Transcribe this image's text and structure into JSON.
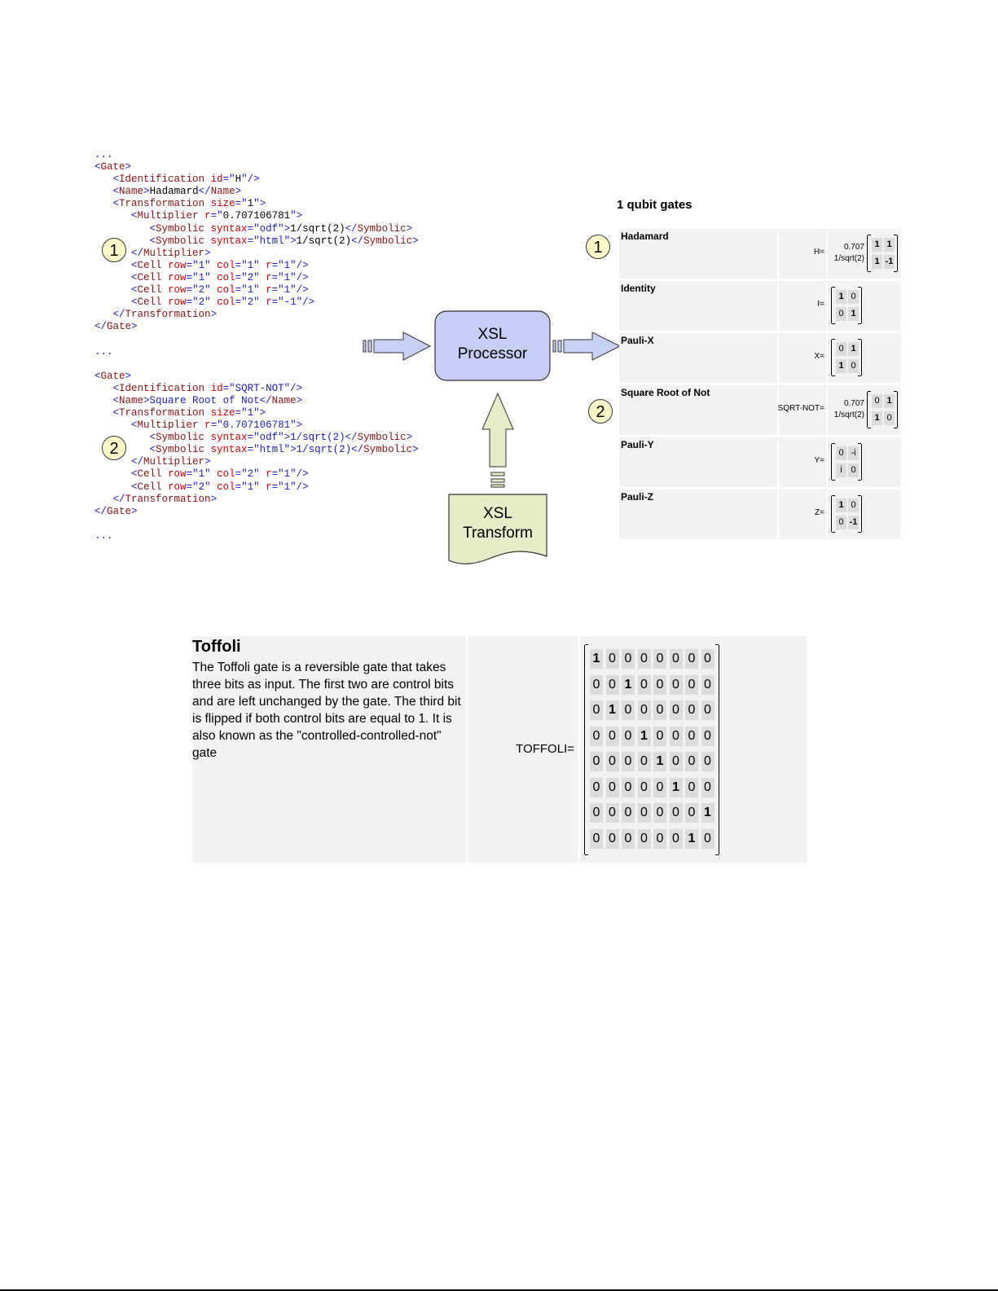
{
  "code_listing_1": {
    "lines": [
      [
        [
          "b",
          "..."
        ]
      ],
      [
        [
          "b",
          "<"
        ],
        [
          "t",
          "Gate"
        ],
        [
          "b",
          ">"
        ]
      ],
      [
        [
          "k",
          "   "
        ],
        [
          "b",
          "<"
        ],
        [
          "t",
          "Identification"
        ],
        [
          "a",
          " id"
        ],
        [
          "b",
          "=\""
        ],
        [
          "k",
          "H"
        ],
        [
          "b",
          "\"/>"
        ]
      ],
      [
        [
          "k",
          "   "
        ],
        [
          "b",
          "<"
        ],
        [
          "t",
          "Name"
        ],
        [
          "b",
          ">"
        ],
        [
          "k",
          "Hadamard"
        ],
        [
          "b",
          "</"
        ],
        [
          "t",
          "Name"
        ],
        [
          "b",
          ">"
        ]
      ],
      [
        [
          "k",
          "   "
        ],
        [
          "b",
          "<"
        ],
        [
          "t",
          "Transformation"
        ],
        [
          "a",
          " size"
        ],
        [
          "b",
          "=\""
        ],
        [
          "k",
          "1"
        ],
        [
          "b",
          "\">"
        ]
      ],
      [
        [
          "k",
          "      "
        ],
        [
          "b",
          "<"
        ],
        [
          "t",
          "Multiplier"
        ],
        [
          "a",
          " r"
        ],
        [
          "b",
          "=\""
        ],
        [
          "k",
          "0.707106781"
        ],
        [
          "b",
          "\">"
        ]
      ],
      [
        [
          "k",
          "         "
        ],
        [
          "b",
          "<"
        ],
        [
          "t",
          "Symbolic"
        ],
        [
          "a",
          " syntax"
        ],
        [
          "b",
          "=\"odf\">"
        ],
        [
          "k",
          "1/sqrt(2)"
        ],
        [
          "b",
          "</"
        ],
        [
          "t",
          "Symbolic"
        ],
        [
          "b",
          ">"
        ]
      ],
      [
        [
          "k",
          "         "
        ],
        [
          "b",
          "<"
        ],
        [
          "t",
          "Symbolic"
        ],
        [
          "a",
          " syntax"
        ],
        [
          "b",
          "=\"html\">"
        ],
        [
          "k",
          "1/sqrt(2)"
        ],
        [
          "b",
          "</"
        ],
        [
          "t",
          "Symbolic"
        ],
        [
          "b",
          ">"
        ]
      ],
      [
        [
          "k",
          "      "
        ],
        [
          "b",
          "</"
        ],
        [
          "t",
          "Multiplier"
        ],
        [
          "b",
          ">"
        ]
      ],
      [
        [
          "k",
          "      "
        ],
        [
          "b",
          "<"
        ],
        [
          "t",
          "Cell"
        ],
        [
          "a",
          " row"
        ],
        [
          "b",
          "=\"1\""
        ],
        [
          "a",
          " col"
        ],
        [
          "b",
          "=\"1\""
        ],
        [
          "a",
          " r"
        ],
        [
          "b",
          "=\"1\"/>"
        ]
      ],
      [
        [
          "k",
          "      "
        ],
        [
          "b",
          "<"
        ],
        [
          "t",
          "Cell"
        ],
        [
          "a",
          " row"
        ],
        [
          "b",
          "=\"1\""
        ],
        [
          "a",
          " col"
        ],
        [
          "b",
          "=\"2\""
        ],
        [
          "a",
          " r"
        ],
        [
          "b",
          "=\"1\"/>"
        ]
      ],
      [
        [
          "k",
          "      "
        ],
        [
          "b",
          "<"
        ],
        [
          "t",
          "Cell"
        ],
        [
          "a",
          " row"
        ],
        [
          "b",
          "=\"2\""
        ],
        [
          "a",
          " col"
        ],
        [
          "b",
          "=\"1\""
        ],
        [
          "a",
          " r"
        ],
        [
          "b",
          "=\"1\"/>"
        ]
      ],
      [
        [
          "k",
          "      "
        ],
        [
          "b",
          "<"
        ],
        [
          "t",
          "Cell"
        ],
        [
          "a",
          " row"
        ],
        [
          "b",
          "=\"2\""
        ],
        [
          "a",
          " col"
        ],
        [
          "b",
          "=\"2\""
        ],
        [
          "a",
          " r"
        ],
        [
          "b",
          "=\"-1\"/>"
        ]
      ],
      [
        [
          "k",
          "   "
        ],
        [
          "b",
          "</"
        ],
        [
          "t",
          "Transformation"
        ],
        [
          "b",
          ">"
        ]
      ],
      [
        [
          "b",
          "</"
        ],
        [
          "t",
          "Gate"
        ],
        [
          "b",
          ">"
        ]
      ],
      [
        [
          "k",
          ""
        ]
      ],
      [
        [
          "b",
          "..."
        ]
      ],
      [
        [
          "k",
          ""
        ]
      ],
      [
        [
          "b",
          "<"
        ],
        [
          "t",
          "Gate"
        ],
        [
          "b",
          ">"
        ]
      ],
      [
        [
          "k",
          "   "
        ],
        [
          "b",
          "<"
        ],
        [
          "t",
          "Identification"
        ],
        [
          "a",
          " id"
        ],
        [
          "b",
          "=\"SQRT-NOT\"/>"
        ]
      ],
      [
        [
          "k",
          "   "
        ],
        [
          "b",
          "<"
        ],
        [
          "t",
          "Name"
        ],
        [
          "b",
          ">Square Root of Not</"
        ],
        [
          "t",
          "Name"
        ],
        [
          "b",
          ">"
        ]
      ],
      [
        [
          "k",
          "   "
        ],
        [
          "b",
          "<"
        ],
        [
          "t",
          "Transformation"
        ],
        [
          "a",
          " size"
        ],
        [
          "b",
          "=\"1\">"
        ]
      ],
      [
        [
          "k",
          "      "
        ],
        [
          "b",
          "<"
        ],
        [
          "t",
          "Multiplier"
        ],
        [
          "a",
          " r"
        ],
        [
          "b",
          "=\"0.707106781\">"
        ]
      ],
      [
        [
          "k",
          "         "
        ],
        [
          "b",
          "<"
        ],
        [
          "t",
          "Symbolic"
        ],
        [
          "a",
          " syntax"
        ],
        [
          "b",
          "=\"odf\">1/sqrt(2)</"
        ],
        [
          "t",
          "Symbolic"
        ],
        [
          "b",
          ">"
        ]
      ],
      [
        [
          "k",
          "         "
        ],
        [
          "b",
          "<"
        ],
        [
          "t",
          "Symbolic"
        ],
        [
          "a",
          " syntax"
        ],
        [
          "b",
          "=\"html\">1/sqrt(2)</"
        ],
        [
          "t",
          "Symbolic"
        ],
        [
          "b",
          ">"
        ]
      ],
      [
        [
          "k",
          "      "
        ],
        [
          "b",
          "</"
        ],
        [
          "t",
          "Multiplier"
        ],
        [
          "b",
          ">"
        ]
      ],
      [
        [
          "k",
          "      "
        ],
        [
          "b",
          "<"
        ],
        [
          "t",
          "Cell"
        ],
        [
          "a",
          " row"
        ],
        [
          "b",
          "=\"1\""
        ],
        [
          "a",
          " col"
        ],
        [
          "b",
          "=\"2\""
        ],
        [
          "a",
          " r"
        ],
        [
          "b",
          "=\"1\"/>"
        ]
      ],
      [
        [
          "k",
          "      "
        ],
        [
          "b",
          "<"
        ],
        [
          "t",
          "Cell"
        ],
        [
          "a",
          " row"
        ],
        [
          "b",
          "=\"2\""
        ],
        [
          "a",
          " col"
        ],
        [
          "b",
          "=\"1\""
        ],
        [
          "a",
          " r"
        ],
        [
          "b",
          "=\"1\"/>"
        ]
      ],
      [
        [
          "k",
          "   "
        ],
        [
          "b",
          "</"
        ],
        [
          "t",
          "Transformation"
        ],
        [
          "b",
          ">"
        ]
      ],
      [
        [
          "b",
          "</"
        ],
        [
          "t",
          "Gate"
        ],
        [
          "b",
          ">"
        ]
      ],
      [
        [
          "k",
          ""
        ]
      ],
      [
        [
          "b",
          "..."
        ]
      ]
    ]
  },
  "callouts": {
    "one": "1",
    "two": "2"
  },
  "processor": {
    "label_line1": "XSL",
    "label_line2": "Processor"
  },
  "transform": {
    "label_line1": "XSL",
    "label_line2": "Transform"
  },
  "gates_table": {
    "title": "1 qubit gates",
    "rows": [
      {
        "name": "Hadamard",
        "label": "H=",
        "multiplier": [
          "0.707",
          "1/sqrt(2)"
        ],
        "matrix": [
          [
            "1",
            "1"
          ],
          [
            "1",
            "-1"
          ]
        ],
        "callout": "1"
      },
      {
        "name": "Identity",
        "label": "I=",
        "multiplier": null,
        "matrix": [
          [
            "1",
            "0"
          ],
          [
            "0",
            "1"
          ]
        ]
      },
      {
        "name": "Pauli-X",
        "label": "X=",
        "multiplier": null,
        "matrix": [
          [
            "0",
            "1"
          ],
          [
            "1",
            "0"
          ]
        ]
      },
      {
        "name": "Square Root of Not",
        "label": "SQRT-NOT=",
        "multiplier": [
          "0.707",
          "1/sqrt(2)"
        ],
        "matrix": [
          [
            "0",
            "1"
          ],
          [
            "1",
            "0"
          ]
        ],
        "callout": "2"
      },
      {
        "name": "Pauli-Y",
        "label": "Y=",
        "multiplier": null,
        "matrix": [
          [
            "0",
            "-i"
          ],
          [
            "i",
            "0"
          ]
        ]
      },
      {
        "name": "Pauli-Z",
        "label": "Z=",
        "multiplier": null,
        "matrix": [
          [
            "1",
            "0"
          ],
          [
            "0",
            "-1"
          ]
        ]
      }
    ]
  },
  "toffoli": {
    "title": "Toffoli",
    "description": "The Toffoli gate is a reversible gate that takes three bits as input. The first two are control bits and are left unchanged by the gate. The third bit is flipped if both control bits are equal to 1. It is also known as the \"controlled-controlled-not\" gate",
    "label": "TOFFOLI=",
    "matrix": [
      [
        "1",
        "0",
        "0",
        "0",
        "0",
        "0",
        "0",
        "0"
      ],
      [
        "0",
        "0",
        "1",
        "0",
        "0",
        "0",
        "0",
        "0"
      ],
      [
        "0",
        "1",
        "0",
        "0",
        "0",
        "0",
        "0",
        "0"
      ],
      [
        "0",
        "0",
        "0",
        "1",
        "0",
        "0",
        "0",
        "0"
      ],
      [
        "0",
        "0",
        "0",
        "0",
        "1",
        "0",
        "0",
        "0"
      ],
      [
        "0",
        "0",
        "0",
        "0",
        "0",
        "1",
        "0",
        "0"
      ],
      [
        "0",
        "0",
        "0",
        "0",
        "0",
        "0",
        "0",
        "1"
      ],
      [
        "0",
        "0",
        "0",
        "0",
        "0",
        "0",
        "1",
        "0"
      ]
    ]
  }
}
